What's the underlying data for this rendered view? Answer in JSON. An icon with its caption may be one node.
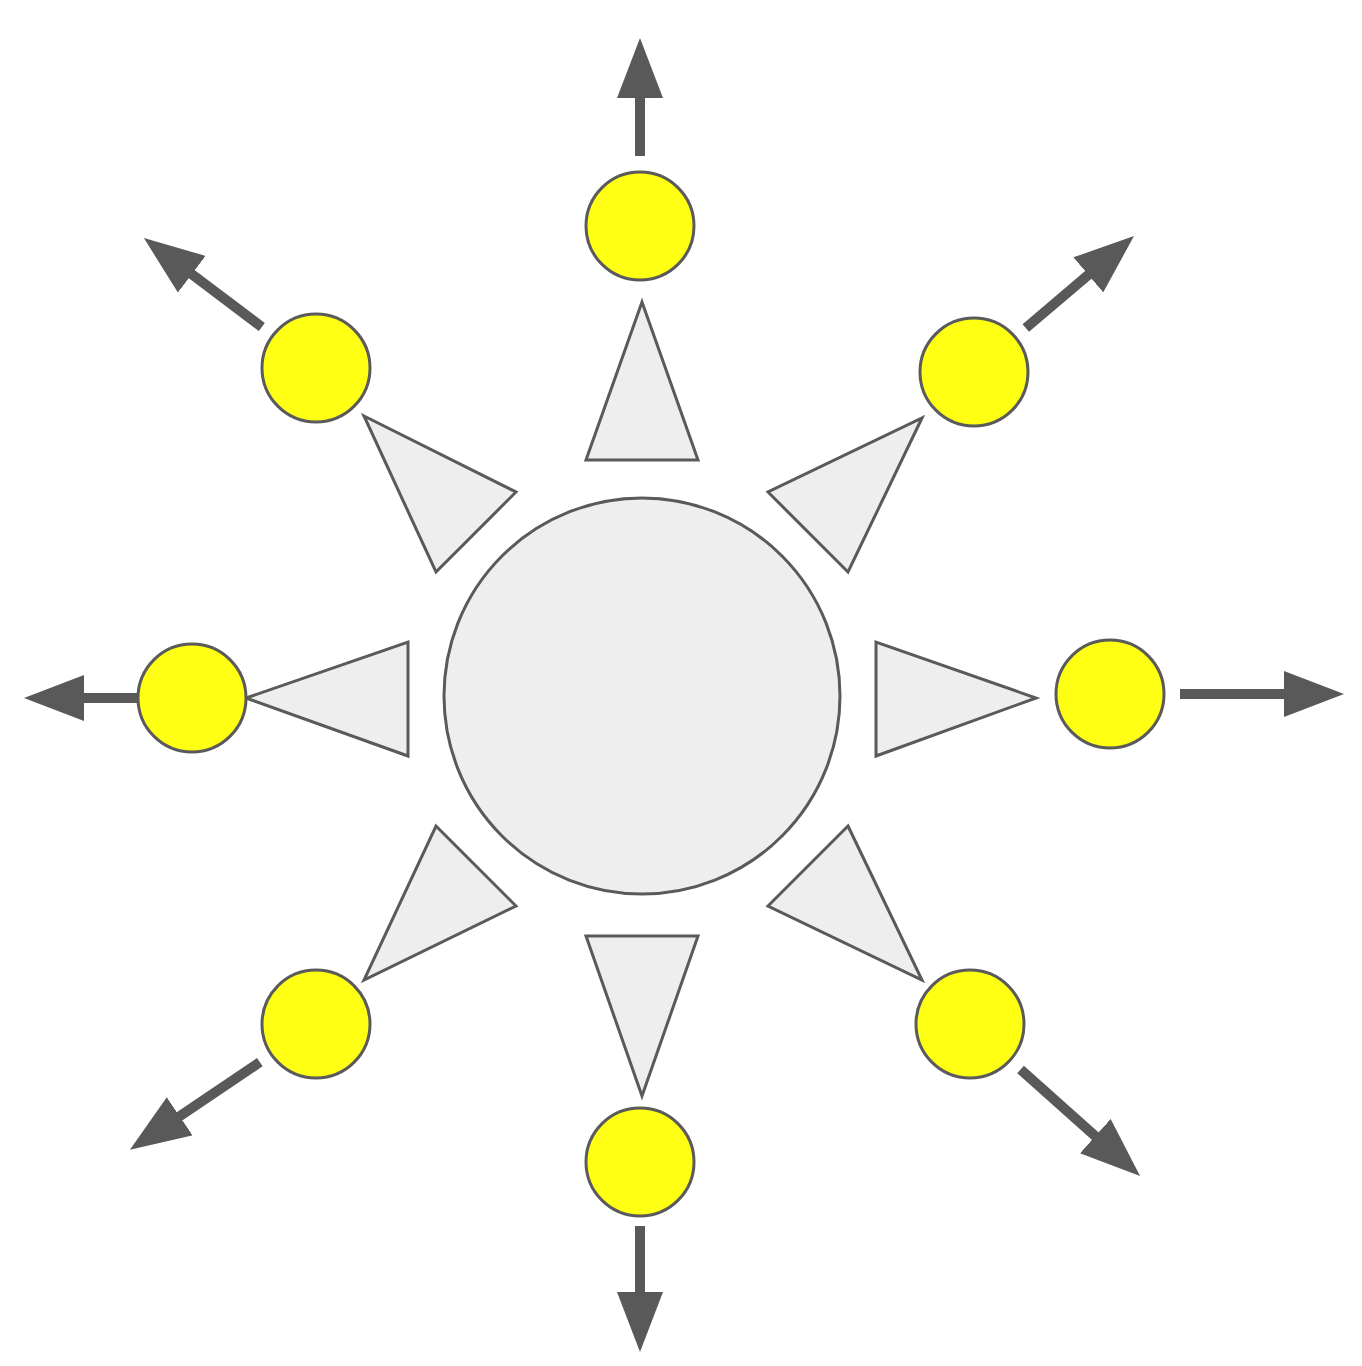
{
  "diagram": {
    "nodes": [
      {
        "text": [],
        "shape": "circle"
      },
      {
        "text": [],
        "shape": "triangle"
      },
      {
        "text": [],
        "shape": "triangle"
      },
      {
        "text": [],
        "shape": "triangle"
      },
      {
        "text": [],
        "shape": "triangle"
      },
      {
        "text": [],
        "shape": "triangle"
      },
      {
        "text": [],
        "shape": "triangle"
      },
      {
        "text": [],
        "shape": "triangle"
      },
      {
        "text": [],
        "shape": "triangle"
      },
      {
        "text": [],
        "shape": "circle"
      },
      {
        "text": [],
        "shape": "circle"
      },
      {
        "text": [],
        "shape": "circle"
      },
      {
        "text": [],
        "shape": "circle"
      },
      {
        "text": [],
        "shape": "circle"
      },
      {
        "text": [],
        "shape": "circle"
      },
      {
        "text": [],
        "shape": "circle"
      },
      {
        "text": [],
        "shape": "circle"
      }
    ],
    "edges": [
      {
        "from": 9,
        "to": null,
        "arrow": "to"
      },
      {
        "from": 10,
        "to": null,
        "arrow": "to"
      },
      {
        "from": 11,
        "to": null,
        "arrow": "to"
      },
      {
        "from": 12,
        "to": null,
        "arrow": "to"
      },
      {
        "from": 13,
        "to": null,
        "arrow": "to"
      },
      {
        "from": 14,
        "to": null,
        "arrow": "to"
      },
      {
        "from": 15,
        "to": null,
        "arrow": "to"
      },
      {
        "from": 16,
        "to": null,
        "arrow": "to"
      }
    ]
  }
}
